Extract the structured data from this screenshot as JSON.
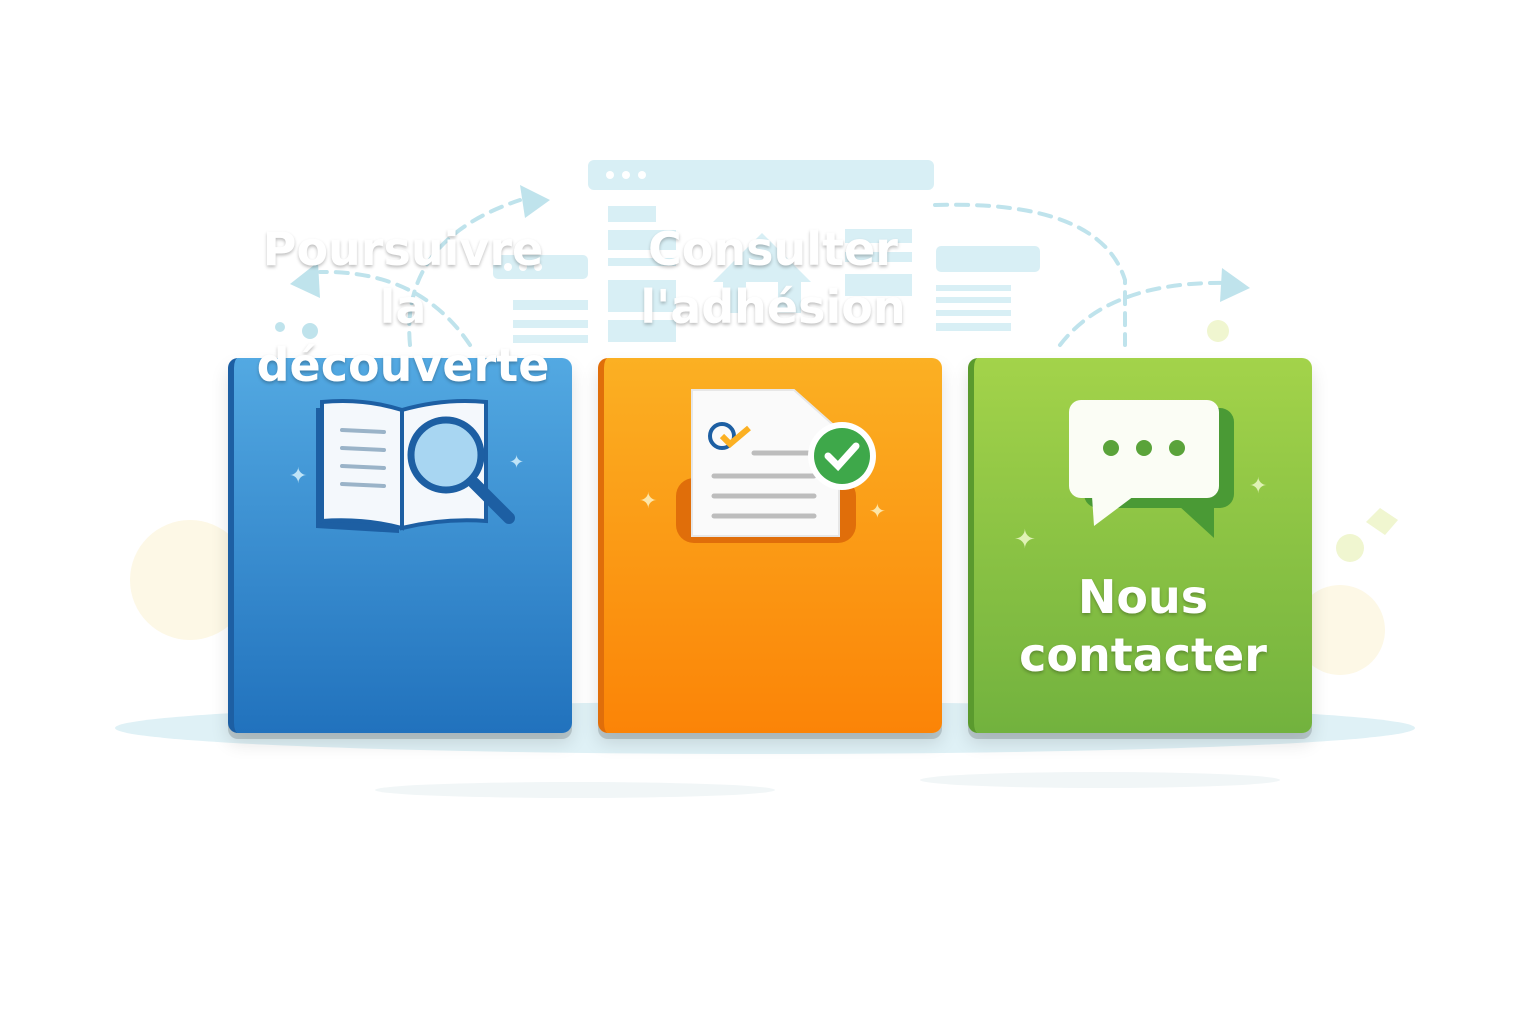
{
  "cards": [
    {
      "label_line1": "Poursuivre",
      "label_line2": "la découverte",
      "icon": "book-magnifier-icon",
      "color": "#2f8fd6"
    },
    {
      "label_line1": "Consulter",
      "label_line2": "l'adhésion",
      "icon": "document-check-icon",
      "color": "#fb9a12"
    },
    {
      "label_line1": "Nous",
      "label_line2": "contacter",
      "icon": "chat-bubble-icon",
      "color": "#8cc43f"
    }
  ]
}
